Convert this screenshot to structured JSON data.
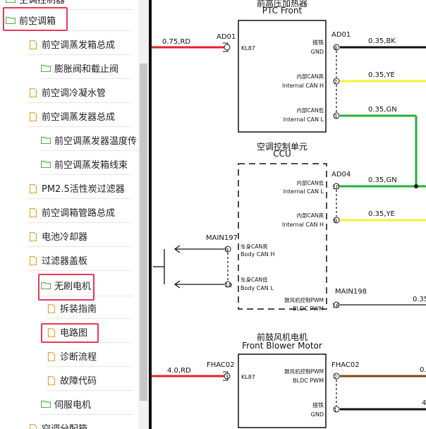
{
  "tree": {
    "items": [
      {
        "label": "空调控制器",
        "level": 0,
        "icon": "folder-open-icon"
      },
      {
        "label": "前空调箱",
        "level": 0,
        "icon": "folder-open-icon"
      },
      {
        "label": "前空调蒸发箱总成",
        "level": 1,
        "icon": "document-icon"
      },
      {
        "label": "膨胀阀和截止阀",
        "level": 2,
        "icon": "folder-open-icon"
      },
      {
        "label": "前空调冷凝水管",
        "level": 1,
        "icon": "document-icon"
      },
      {
        "label": "前空调蒸发器总成",
        "level": 1,
        "icon": "document-icon"
      },
      {
        "label": "前空调蒸发器温度传",
        "level": 2,
        "icon": "folder-open-icon"
      },
      {
        "label": "前空调蒸发箱线束",
        "level": 2,
        "icon": "folder-open-icon"
      },
      {
        "label": "PM2.5活性炭过滤器",
        "level": 1,
        "icon": "document-icon"
      },
      {
        "label": "前空调箱管路总成",
        "level": 1,
        "icon": "document-icon"
      },
      {
        "label": "电池冷却器",
        "level": 1,
        "icon": "document-icon"
      },
      {
        "label": "过滤器盖板",
        "level": 1,
        "icon": "document-icon"
      },
      {
        "label": "无刷电机",
        "level": 1,
        "icon": "folder-open-icon"
      },
      {
        "label": "拆装指南",
        "level": 2,
        "icon": "document-icon"
      },
      {
        "label": "电路图",
        "level": 2,
        "icon": "document-icon"
      },
      {
        "label": "诊断流程",
        "level": 2,
        "icon": "document-icon"
      },
      {
        "label": "故障代码",
        "level": 2,
        "icon": "document-icon"
      },
      {
        "label": "伺服电机",
        "level": 1,
        "icon": "folder-open-icon"
      },
      {
        "label": "空调分配箱",
        "level": 0,
        "icon": "document-icon"
      }
    ],
    "colors": {
      "folder": "#56b84a",
      "document": "#e7a437",
      "highlight": "#e8385a"
    }
  },
  "diagram": {
    "ptc": {
      "title_cn": "前高压加热器",
      "title_en": "PTC Front",
      "left_wire": "0.75,RD",
      "left_connector": "AD01",
      "left_pin_label": "KL87",
      "right_connector": "AD01",
      "pins": [
        {
          "pin": "4",
          "cn": "搭铁",
          "en": "GND",
          "wire": "0.35,BK"
        },
        {
          "pin": "2",
          "cn": "内部CAN高",
          "en": "Internal CAN H",
          "wire": "0.35,YE"
        },
        {
          "pin": "3",
          "cn": "内部CAN低",
          "en": "Internal CAN L",
          "wire": "0.35,GN"
        }
      ]
    },
    "ccu": {
      "title_cn": "空调控制单元",
      "title_en": "CCU",
      "connector_ad04": "AD04",
      "right_pins": [
        {
          "pin": "10",
          "cn": "内部CAN低",
          "en": "Internal CAN L",
          "wire": "0.35,GN"
        },
        {
          "pin": "9",
          "cn": "内部CAN高",
          "en": "Internal CAN H",
          "wire": "0.35,YE"
        }
      ],
      "main197": "MAIN197",
      "left_pins": [
        {
          "pin": "9",
          "cn": "车身CAN高",
          "en": "Body CAN H"
        },
        {
          "pin": "10",
          "cn": "车身CAN低",
          "en": "Body CAN L"
        }
      ],
      "main198": "MAIN198",
      "pwm_pin": {
        "pin": "16",
        "cn": "鼓风机控制PWM",
        "en": "BLDC PWM",
        "wire": "0.35"
      }
    },
    "motor": {
      "title_cn": "前鼓风机电机",
      "title_en": "Front Blower Motor",
      "left_wire": "4.0,RD",
      "left_connector": "FHAC02",
      "left_pin": "3",
      "left_pin_label": "KL87",
      "right_connector": "FHAC02",
      "pins": [
        {
          "pin": "2",
          "cn": "鼓风机控制PWM",
          "en": "BLDC PWM",
          "wire": "0."
        },
        {
          "pin": "1",
          "cn": "搭铁",
          "en": "GND",
          "wire": "4"
        }
      ]
    },
    "colors": {
      "rd": "#e2222b",
      "gn": "#22b33a",
      "ye": "#f2f23a",
      "bk": "#111111",
      "br": "#7a4a12"
    }
  }
}
